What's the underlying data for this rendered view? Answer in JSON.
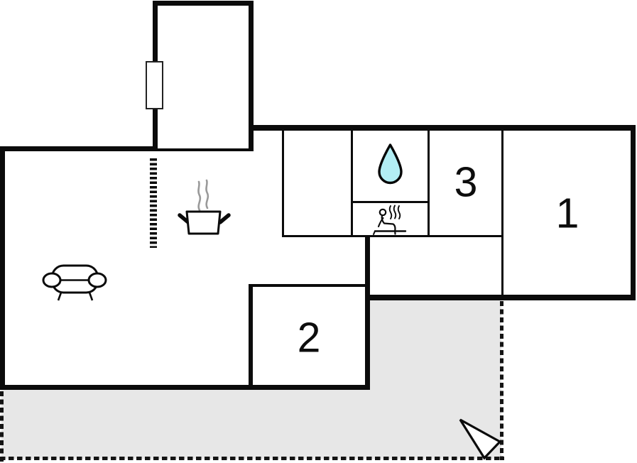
{
  "plan": {
    "name": "holiday-home-floor-plan",
    "rooms": [
      {
        "label": "1"
      },
      {
        "label": "2"
      },
      {
        "label": "3"
      }
    ],
    "icons": [
      "water-drop-icon",
      "sauna-person-icon",
      "cooking-pot-icon",
      "sofa-icon",
      "entrance-arrow-icon",
      "door-icon"
    ],
    "colors": {
      "wall": "#0b0b0b",
      "terrace": "#e7e7e7",
      "drop": "#b2eef4",
      "steam": "#9a9a9a",
      "dash": "#141414",
      "bg": "#ffffff"
    }
  }
}
